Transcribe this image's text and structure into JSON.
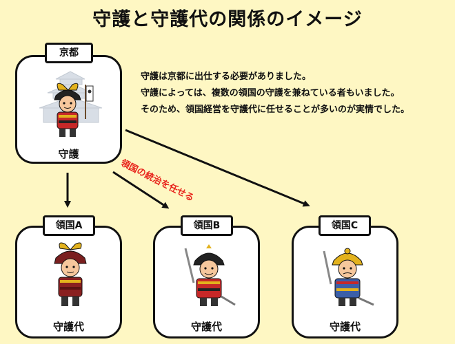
{
  "title": "守護と守護代の関係のイメージ",
  "kyoto": {
    "tag": "京都",
    "role": "守護"
  },
  "description": [
    "守護は京都に出仕する必要がありました。",
    "守護によっては、複数の領国の守護を兼ねている者もいました。",
    "そのため、領国経営を守護代に任せることが多いのが実情でした。"
  ],
  "arrow_label": "領国の統治を任せる",
  "provinces": [
    {
      "tag": "領国A",
      "role": "守護代"
    },
    {
      "tag": "領国B",
      "role": "守護代"
    },
    {
      "tag": "領国C",
      "role": "守護代"
    }
  ],
  "colors": {
    "background": "#fef7c3",
    "accent_red": "#e8231b",
    "armor_red": "#c62828",
    "armor_blue": "#3b5fa8"
  },
  "icons": [
    "samurai-shugo-icon",
    "castle-icon",
    "samurai-shugodai-icon"
  ]
}
